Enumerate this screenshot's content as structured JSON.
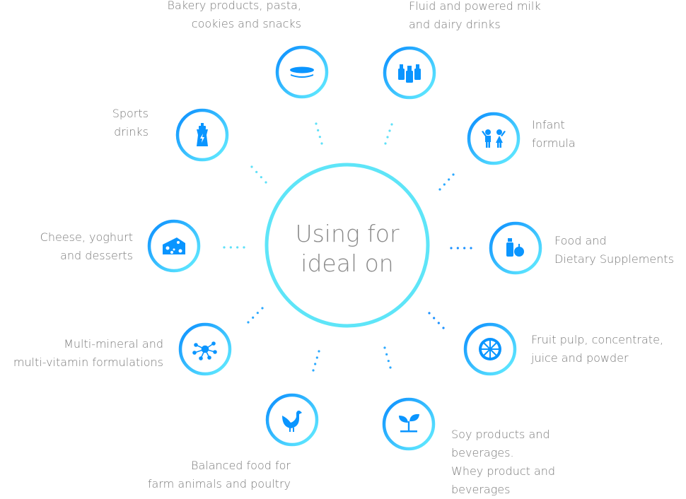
{
  "center": {
    "line1": "Using for",
    "line2": "ideal on"
  },
  "colors": {
    "ring_start": "#0a8dff",
    "ring_end": "#66f0ff",
    "center_ring": "#5ee5f8",
    "icon": "#0a95ff",
    "text": "#7a7a7a"
  },
  "items": [
    {
      "icon": "cookie-icon",
      "line1": "Bakery products, pasta,",
      "line2": "cookies and snacks"
    },
    {
      "icon": "milk-bottles-icon",
      "line1": "Fluid and powered milk",
      "line2": "and dairy drinks"
    },
    {
      "icon": "children-icon",
      "line1": "Infant",
      "line2": "formula"
    },
    {
      "icon": "supplement-apple-icon",
      "line1": "Food and",
      "line2": "Dietary Supplements"
    },
    {
      "icon": "citrus-slice-icon",
      "line1": "Fruit pulp, concentrate,",
      "line2": "juice and powder"
    },
    {
      "icon": "sprout-icon",
      "line1": "Soy products and",
      "line2": "beverages.",
      "line3": "Whey product and",
      "line4": "beverages"
    },
    {
      "icon": "rooster-icon",
      "line1": "Balanced food for",
      "line2": "farm animals and poultry"
    },
    {
      "icon": "molecule-icon",
      "line1": "Multi-mineral and",
      "line2": "multi-vitamin formulations"
    },
    {
      "icon": "cheese-icon",
      "line1": "Cheese, yoghurt",
      "line2": "and desserts"
    },
    {
      "icon": "sports-bottle-icon",
      "line1": "Sports",
      "line2": "drinks"
    }
  ]
}
